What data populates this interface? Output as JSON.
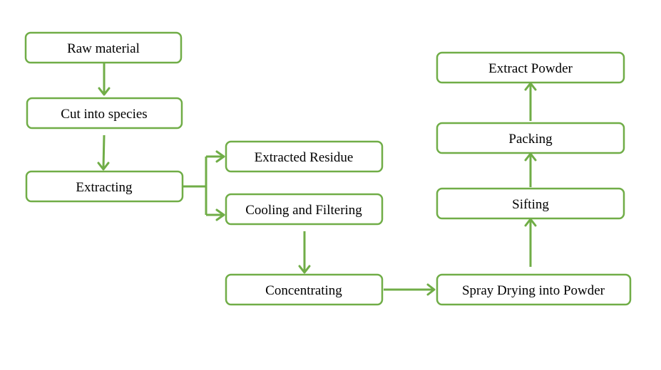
{
  "diagram": {
    "nodes": {
      "raw_material": "Raw material",
      "cut_into_species": "Cut into species",
      "extracting": "Extracting",
      "extracted_residue": "Extracted Residue",
      "cooling_filtering": "Cooling and Filtering",
      "concentrating": "Concentrating",
      "spray_drying": "Spray Drying into Powder",
      "sifting": "Sifting",
      "packing": "Packing",
      "extract_powder": "Extract Powder"
    },
    "line_color": "#70ad47"
  }
}
